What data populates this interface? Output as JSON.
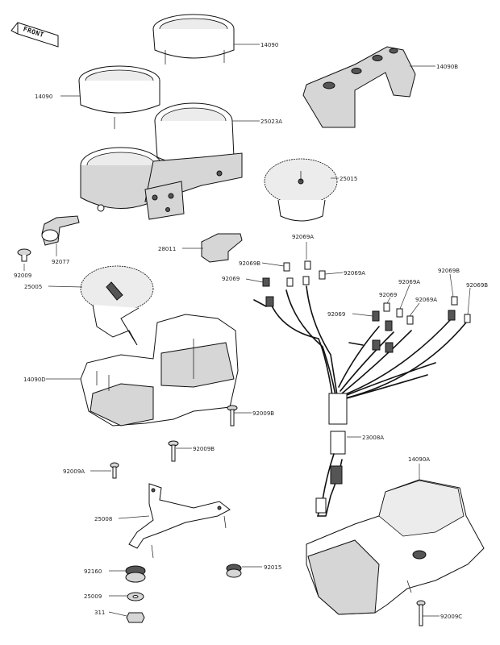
{
  "front_badge": "FRONT",
  "labels": {
    "p14090_top": "14090",
    "p14090_left": "14090",
    "p14090B": "14090B",
    "p25023A": "25023A",
    "p25015": "25015",
    "p92009": "92009",
    "p92077": "92077",
    "p28011": "28011",
    "p92069A_top": "92069A",
    "p92069B_a": "92069B",
    "p92069A_b": "92069A",
    "p92069_a": "92069",
    "p92069B_right": "92069B",
    "p92069B_far": "92069B",
    "p92069A_c": "92069A",
    "p92069_b": "92069",
    "p92069A_d": "92069A",
    "p92069_c": "92069",
    "p25005": "25005",
    "p14090D": "14090D",
    "p92009B_a": "92009B",
    "p92009B_b": "92009B",
    "p23008A": "23008A",
    "p92009A": "92009A",
    "p14090A": "14090A",
    "p25008": "25008",
    "p92160": "92160",
    "p92015": "92015",
    "p25009": "25009",
    "p311": "311",
    "p92009C": "92009C"
  }
}
